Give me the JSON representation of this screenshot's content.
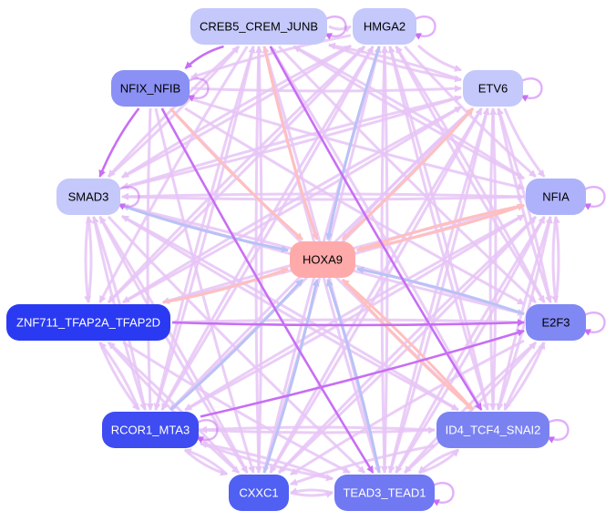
{
  "colors": {
    "edge_default": "#e6c4f6",
    "edge_strong": "#c86ef4",
    "edge_pink": "#ffbfbf",
    "edge_blue": "#b8c2f6",
    "edge_target_dark": "#c04cf4"
  },
  "nodes": [
    {
      "id": "hoxa9",
      "label": "HOXA9",
      "fill": "#ffaaaa",
      "text": "#000000"
    },
    {
      "id": "creb5",
      "label": "CREB5_CREM_JUNB",
      "fill": "#c4c8fa",
      "text": "#000000"
    },
    {
      "id": "hmga2",
      "label": "HMGA2",
      "fill": "#c4c8fa",
      "text": "#000000"
    },
    {
      "id": "etv6",
      "label": "ETV6",
      "fill": "#c4c8fa",
      "text": "#000000"
    },
    {
      "id": "nfix",
      "label": "NFIX_NFIB",
      "fill": "#8a90f4",
      "text": "#000000"
    },
    {
      "id": "smad3",
      "label": "SMAD3",
      "fill": "#c4c8fa",
      "text": "#000000"
    },
    {
      "id": "nfia",
      "label": "NFIA",
      "fill": "#aeb2fa",
      "text": "#000000"
    },
    {
      "id": "znf711",
      "label": "ZNF711_TFAP2A_TFAP2D",
      "fill": "#2a3af2",
      "text": "#ffffff"
    },
    {
      "id": "e2f3",
      "label": "E2F3",
      "fill": "#8088f4",
      "text": "#000000"
    },
    {
      "id": "rcor1",
      "label": "RCOR1_MTA3",
      "fill": "#3e4cf2",
      "text": "#ffffff"
    },
    {
      "id": "id4",
      "label": "ID4_TCF4_SNAI2",
      "fill": "#7a82f2",
      "text": "#ffffff"
    },
    {
      "id": "cxxc1",
      "label": "CXXC1",
      "fill": "#5060f2",
      "text": "#ffffff"
    },
    {
      "id": "tead3",
      "label": "TEAD3_TEAD1",
      "fill": "#7078f2",
      "text": "#ffffff"
    }
  ],
  "edges": [
    {
      "source": "creb5",
      "target": "hoxa9",
      "color": "pink"
    },
    {
      "source": "hmga2",
      "target": "hoxa9",
      "color": "blue"
    },
    {
      "source": "etv6",
      "target": "hoxa9",
      "color": "default"
    },
    {
      "source": "nfix",
      "target": "hoxa9",
      "color": "pink"
    },
    {
      "source": "smad3",
      "target": "hoxa9",
      "color": "blue"
    },
    {
      "source": "nfia",
      "target": "hoxa9",
      "color": "pink"
    },
    {
      "source": "znf711",
      "target": "hoxa9",
      "color": "pink"
    },
    {
      "source": "e2f3",
      "target": "hoxa9",
      "color": "blue"
    },
    {
      "source": "rcor1",
      "target": "hoxa9",
      "color": "blue"
    },
    {
      "source": "cxxc1",
      "target": "hoxa9",
      "color": "blue"
    },
    {
      "source": "tead3",
      "target": "hoxa9",
      "color": "blue"
    },
    {
      "source": "id4",
      "target": "hoxa9",
      "color": "pink"
    },
    {
      "source": "hoxa9",
      "target": "etv6",
      "color": "pink"
    },
    {
      "source": "hoxa9",
      "target": "id4",
      "color": "pink"
    },
    {
      "source": "hoxa9",
      "target": "nfia",
      "color": "pink"
    },
    {
      "source": "nfix",
      "target": "smad3",
      "color": "strong"
    },
    {
      "source": "nfix",
      "target": "tead3",
      "color": "strong"
    },
    {
      "source": "creb5",
      "target": "id4",
      "color": "strong"
    },
    {
      "source": "rcor1",
      "target": "e2f3",
      "color": "strong"
    },
    {
      "source": "znf711",
      "target": "e2f3",
      "color": "strong"
    },
    {
      "source": "creb5",
      "target": "nfix",
      "color": "strong"
    },
    {
      "source": "nfix",
      "target": "nfia",
      "color": "default"
    },
    {
      "source": "nfix",
      "target": "etv6",
      "color": "default"
    },
    {
      "source": "nfix",
      "target": "e2f3",
      "color": "default"
    },
    {
      "source": "nfix",
      "target": "id4",
      "color": "default"
    },
    {
      "source": "nfix",
      "target": "cxxc1",
      "color": "default"
    },
    {
      "source": "nfix",
      "target": "rcor1",
      "color": "default"
    },
    {
      "source": "creb5",
      "target": "hmga2",
      "color": "default"
    },
    {
      "source": "creb5",
      "target": "etv6",
      "color": "default"
    },
    {
      "source": "creb5",
      "target": "nfia",
      "color": "default"
    },
    {
      "source": "creb5",
      "target": "smad3",
      "color": "default"
    },
    {
      "source": "creb5",
      "target": "znf711",
      "color": "default"
    },
    {
      "source": "creb5",
      "target": "rcor1",
      "color": "default"
    },
    {
      "source": "creb5",
      "target": "cxxc1",
      "color": "default"
    },
    {
      "source": "creb5",
      "target": "tead3",
      "color": "default"
    },
    {
      "source": "creb5",
      "target": "e2f3",
      "color": "default"
    },
    {
      "source": "hmga2",
      "target": "etv6",
      "color": "default"
    },
    {
      "source": "hmga2",
      "target": "nfia",
      "color": "default"
    },
    {
      "source": "hmga2",
      "target": "e2f3",
      "color": "default"
    },
    {
      "source": "hmga2",
      "target": "id4",
      "color": "default"
    },
    {
      "source": "hmga2",
      "target": "tead3",
      "color": "default"
    },
    {
      "source": "hmga2",
      "target": "cxxc1",
      "color": "default"
    },
    {
      "source": "hmga2",
      "target": "rcor1",
      "color": "default"
    },
    {
      "source": "hmga2",
      "target": "znf711",
      "color": "default"
    },
    {
      "source": "hmga2",
      "target": "smad3",
      "color": "default"
    },
    {
      "source": "hmga2",
      "target": "nfix",
      "color": "default"
    },
    {
      "source": "etv6",
      "target": "nfia",
      "color": "default"
    },
    {
      "source": "etv6",
      "target": "e2f3",
      "color": "default"
    },
    {
      "source": "etv6",
      "target": "id4",
      "color": "default"
    },
    {
      "source": "etv6",
      "target": "tead3",
      "color": "default"
    },
    {
      "source": "etv6",
      "target": "cxxc1",
      "color": "default"
    },
    {
      "source": "etv6",
      "target": "rcor1",
      "color": "default"
    },
    {
      "source": "etv6",
      "target": "znf711",
      "color": "default"
    },
    {
      "source": "etv6",
      "target": "smad3",
      "color": "default"
    },
    {
      "source": "etv6",
      "target": "creb5",
      "color": "default"
    },
    {
      "source": "nfia",
      "target": "e2f3",
      "color": "default"
    },
    {
      "source": "nfia",
      "target": "id4",
      "color": "default"
    },
    {
      "source": "nfia",
      "target": "tead3",
      "color": "default"
    },
    {
      "source": "nfia",
      "target": "cxxc1",
      "color": "default"
    },
    {
      "source": "nfia",
      "target": "rcor1",
      "color": "default"
    },
    {
      "source": "nfia",
      "target": "znf711",
      "color": "default"
    },
    {
      "source": "nfia",
      "target": "smad3",
      "color": "default"
    },
    {
      "source": "nfia",
      "target": "creb5",
      "color": "default"
    },
    {
      "source": "e2f3",
      "target": "nfia",
      "color": "default"
    },
    {
      "source": "e2f3",
      "target": "id4",
      "color": "default"
    },
    {
      "source": "e2f3",
      "target": "tead3",
      "color": "default"
    },
    {
      "source": "e2f3",
      "target": "cxxc1",
      "color": "default"
    },
    {
      "source": "e2f3",
      "target": "etv6",
      "color": "default"
    },
    {
      "source": "e2f3",
      "target": "hmga2",
      "color": "default"
    },
    {
      "source": "e2f3",
      "target": "smad3",
      "color": "default"
    },
    {
      "source": "e2f3",
      "target": "znf711",
      "color": "default"
    },
    {
      "source": "id4",
      "target": "tead3",
      "color": "default"
    },
    {
      "source": "id4",
      "target": "cxxc1",
      "color": "default"
    },
    {
      "source": "id4",
      "target": "rcor1",
      "color": "default"
    },
    {
      "source": "id4",
      "target": "etv6",
      "color": "default"
    },
    {
      "source": "id4",
      "target": "nfia",
      "color": "default"
    },
    {
      "source": "id4",
      "target": "e2f3",
      "color": "default"
    },
    {
      "source": "id4",
      "target": "creb5",
      "color": "default"
    },
    {
      "source": "id4",
      "target": "hmga2",
      "color": "default"
    },
    {
      "source": "id4",
      "target": "smad3",
      "color": "default"
    },
    {
      "source": "tead3",
      "target": "id4",
      "color": "default"
    },
    {
      "source": "tead3",
      "target": "cxxc1",
      "color": "default"
    },
    {
      "source": "tead3",
      "target": "rcor1",
      "color": "default"
    },
    {
      "source": "tead3",
      "target": "creb5",
      "color": "default"
    },
    {
      "source": "tead3",
      "target": "hmga2",
      "color": "default"
    },
    {
      "source": "tead3",
      "target": "etv6",
      "color": "default"
    },
    {
      "source": "tead3",
      "target": "nfia",
      "color": "default"
    },
    {
      "source": "tead3",
      "target": "e2f3",
      "color": "default"
    },
    {
      "source": "cxxc1",
      "target": "tead3",
      "color": "default"
    },
    {
      "source": "cxxc1",
      "target": "rcor1",
      "color": "default"
    },
    {
      "source": "cxxc1",
      "target": "znf711",
      "color": "default"
    },
    {
      "source": "cxxc1",
      "target": "smad3",
      "color": "default"
    },
    {
      "source": "cxxc1",
      "target": "creb5",
      "color": "default"
    },
    {
      "source": "cxxc1",
      "target": "hmga2",
      "color": "default"
    },
    {
      "source": "cxxc1",
      "target": "etv6",
      "color": "default"
    },
    {
      "source": "cxxc1",
      "target": "nfia",
      "color": "default"
    },
    {
      "source": "rcor1",
      "target": "cxxc1",
      "color": "default"
    },
    {
      "source": "rcor1",
      "target": "tead3",
      "color": "default"
    },
    {
      "source": "rcor1",
      "target": "znf711",
      "color": "default"
    },
    {
      "source": "rcor1",
      "target": "smad3",
      "color": "default"
    },
    {
      "source": "rcor1",
      "target": "creb5",
      "color": "default"
    },
    {
      "source": "rcor1",
      "target": "hmga2",
      "color": "default"
    },
    {
      "source": "rcor1",
      "target": "etv6",
      "color": "default"
    },
    {
      "source": "rcor1",
      "target": "nfia",
      "color": "default"
    },
    {
      "source": "rcor1",
      "target": "id4",
      "color": "default"
    },
    {
      "source": "znf711",
      "target": "rcor1",
      "color": "default"
    },
    {
      "source": "znf711",
      "target": "smad3",
      "color": "default"
    },
    {
      "source": "znf711",
      "target": "nfia",
      "color": "default"
    },
    {
      "source": "znf711",
      "target": "etv6",
      "color": "default"
    },
    {
      "source": "znf711",
      "target": "hmga2",
      "color": "default"
    },
    {
      "source": "znf711",
      "target": "tead3",
      "color": "default"
    },
    {
      "source": "znf711",
      "target": "cxxc1",
      "color": "default"
    },
    {
      "source": "smad3",
      "target": "znf711",
      "color": "default"
    },
    {
      "source": "smad3",
      "target": "nfia",
      "color": "default"
    },
    {
      "source": "smad3",
      "target": "etv6",
      "color": "default"
    },
    {
      "source": "smad3",
      "target": "hmga2",
      "color": "default"
    },
    {
      "source": "smad3",
      "target": "creb5",
      "color": "default"
    },
    {
      "source": "smad3",
      "target": "e2f3",
      "color": "default"
    },
    {
      "source": "smad3",
      "target": "id4",
      "color": "default"
    },
    {
      "source": "smad3",
      "target": "tead3",
      "color": "default"
    },
    {
      "source": "smad3",
      "target": "cxxc1",
      "color": "default"
    },
    {
      "source": "smad3",
      "target": "rcor1",
      "color": "default"
    }
  ],
  "self_loops": [
    "creb5",
    "hmga2",
    "etv6",
    "nfix",
    "smad3",
    "nfia",
    "e2f3",
    "rcor1",
    "id4",
    "tead3"
  ]
}
